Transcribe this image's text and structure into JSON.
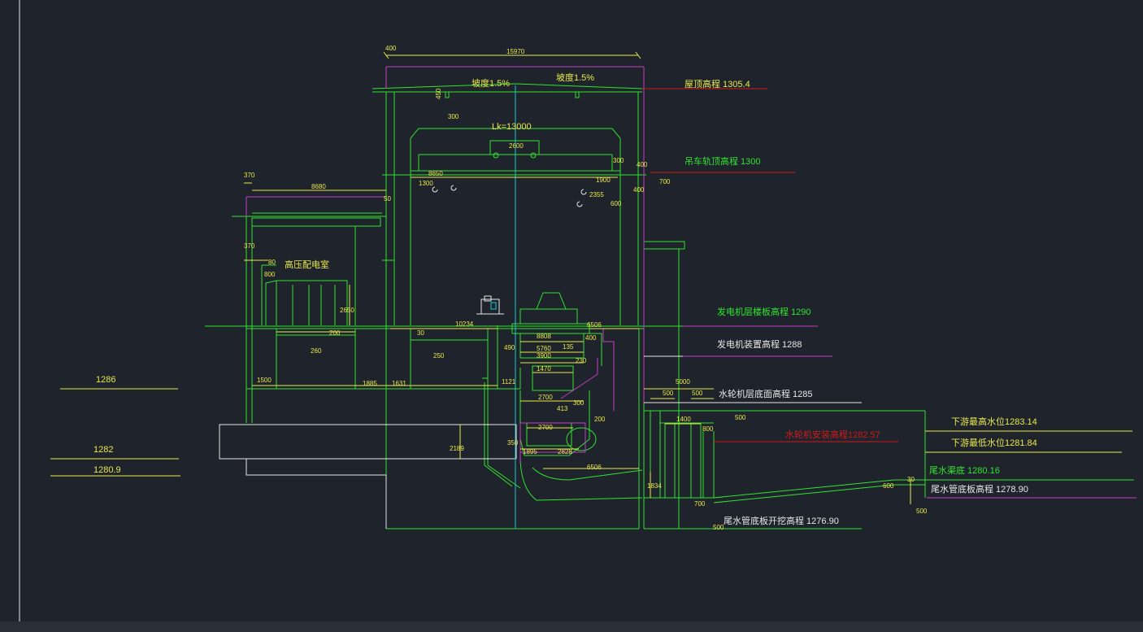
{
  "colors": {
    "background": "#1f232b",
    "green": "#2fe52f",
    "yellow": "#e8e84a",
    "white": "#e6e6e6",
    "magenta": "#c43cc4",
    "cyan": "#19c8d2",
    "red": "#d11a1a"
  },
  "elevations": {
    "roof": "屋顶高程 1305.4",
    "crane_rail": "吊车轨顶高程 1300",
    "generator_floor": "发电机层楼板高程 1290",
    "generator_install": "发电机装置高程 1288",
    "turbine_floor": "水轮机层底面高程 1285",
    "turbine_install": "水轮机安装高程1282.57",
    "downstream_high": "下游最高水位1283.14",
    "downstream_low": "下游最低水位1281.84",
    "tailrace_bottom": "尾水渠底 1280.16",
    "draft_tube_floor": "尾水管底板高程 1278.90",
    "draft_tube_excavation": "尾水管底板开挖高程 1276.90"
  },
  "left_marks": {
    "m1286": "1286",
    "m1282": "1282",
    "m1280_9": "1280.9"
  },
  "labels": {
    "hv_room": "高压配电室",
    "slope_left": "坡度1.5%",
    "slope_right": "坡度1.5%",
    "crane_span": "Lk=13000"
  },
  "dimensions": {
    "d400_top": "400",
    "d15970": "15970",
    "d450": "450",
    "d300_roof": "300",
    "d370_a": "370",
    "d8680": "8680",
    "d50": "50",
    "d2600": "2600",
    "d8650": "8650",
    "d1300": "1300",
    "d300_right": "300",
    "d400_right": "400",
    "d700_right": "700",
    "d1900": "1900",
    "d2355": "2355",
    "d400_r2": "400",
    "d600": "600",
    "d370_b": "370",
    "d80": "80",
    "d800": "800",
    "d2650": "2650",
    "d200_left": "200",
    "d260": "260",
    "d10234": "10234",
    "d6506_top": "6506",
    "d30": "30",
    "d250": "250",
    "d8808": "8808",
    "d400_mid": "400",
    "d490": "490",
    "d5760": "5760",
    "d135": "135",
    "d3900": "3900",
    "d230": "230",
    "d1500": "1500",
    "d1885": "1885",
    "d1631": "1631",
    "d1121": "1121",
    "d1470": "1470",
    "d2700": "2700",
    "d413": "413",
    "d300_mid": "300",
    "d200_mid": "200",
    "d2700b": "2700",
    "d2189": "2189",
    "d350": "350",
    "d1895": "1895",
    "d2828": "2828",
    "d6506_bot": "6506",
    "d5000": "5000",
    "d500_a": "500",
    "d500_b": "500",
    "d1400": "1400",
    "d800_r": "800",
    "d500_c": "500",
    "d1834": "1834",
    "d700_low": "700",
    "d500_low": "500",
    "d600_r": "600",
    "d30_r": "30",
    "d500_far": "500"
  }
}
